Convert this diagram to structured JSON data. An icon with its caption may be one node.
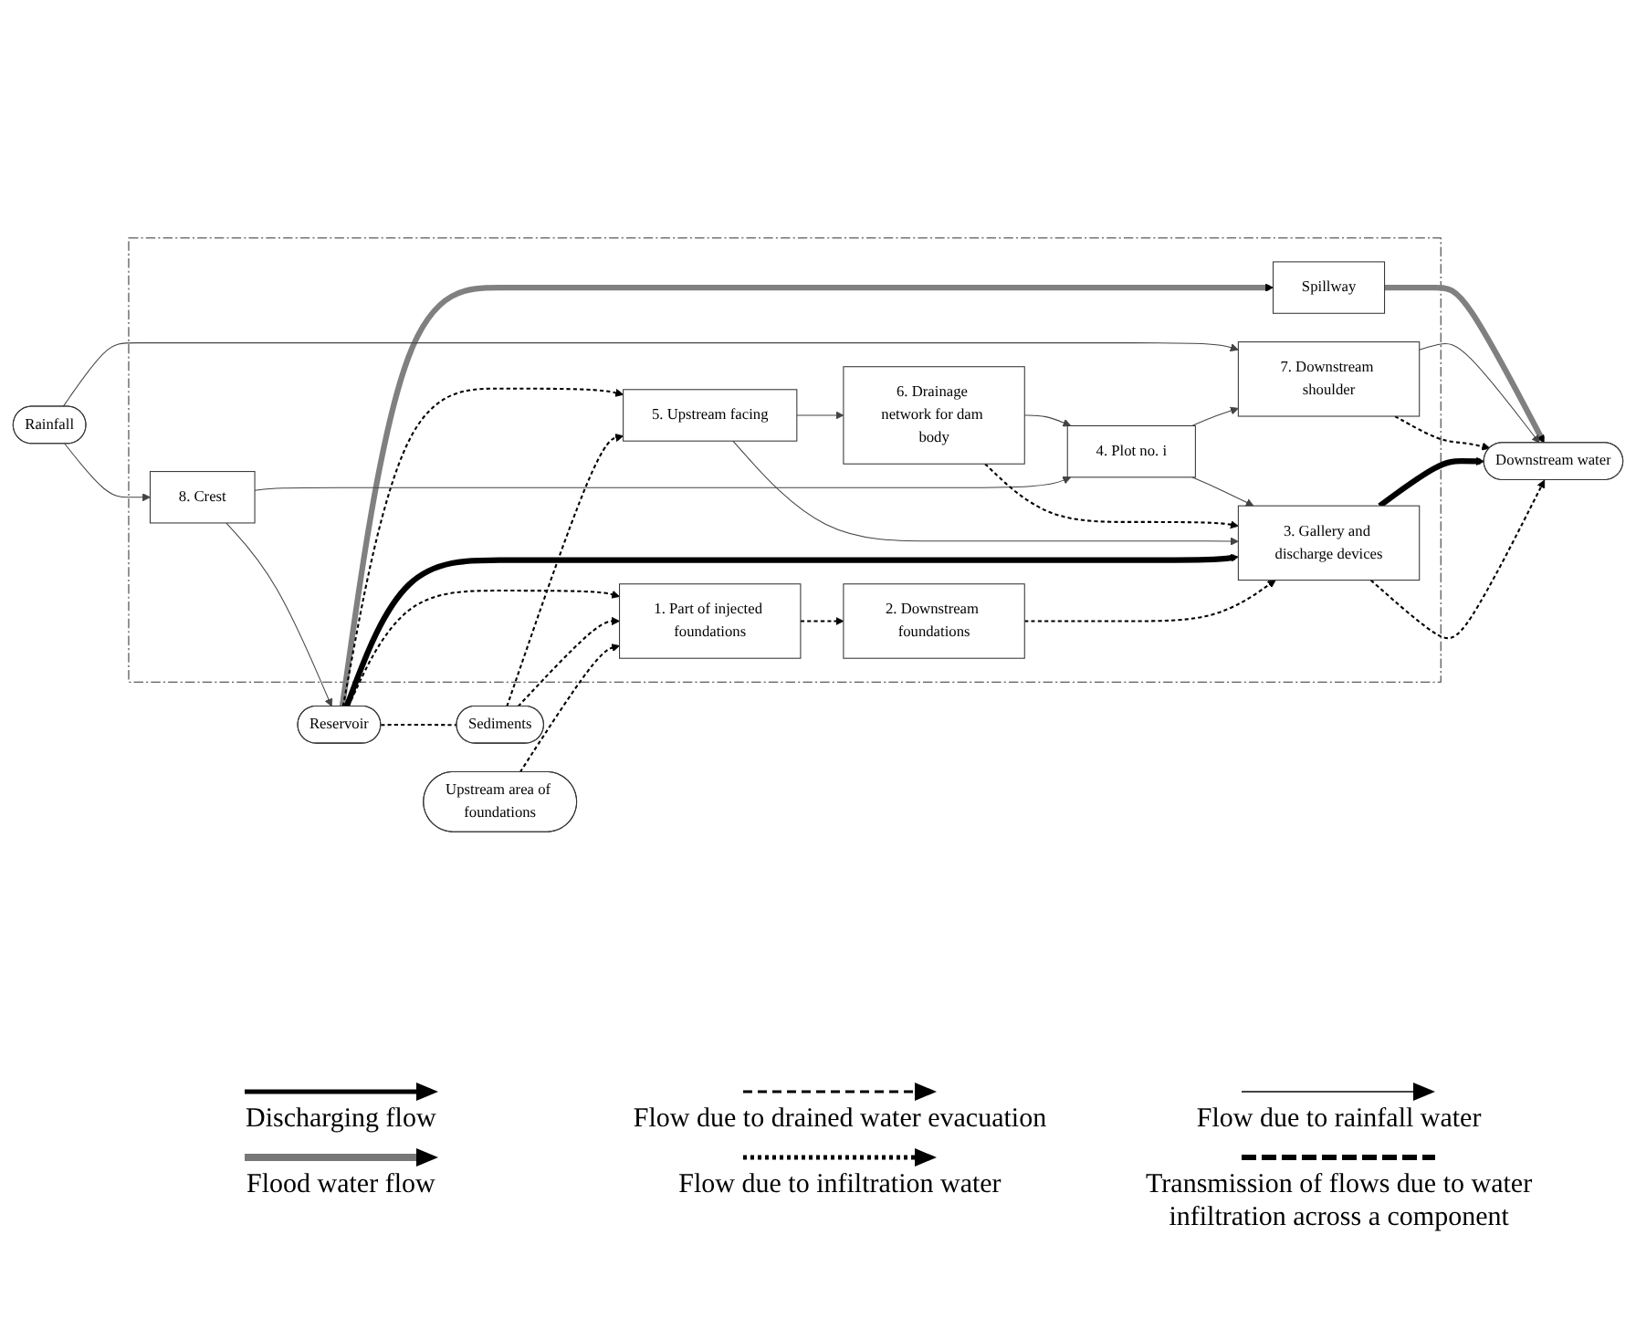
{
  "diagram": {
    "nodes": [
      {
        "text": [],
        "shape": "box"
      },
      {
        "text": [
          "Rainfall"
        ]
      },
      {
        "text": [
          "Spillway"
        ],
        "in": 0
      },
      {
        "text": [
          "8. Crest"
        ],
        "in": 0
      },
      {
        "text": [
          "5. Upstream facing"
        ],
        "in": 0
      },
      {
        "text": [
          "6. Drainage network for dam body"
        ],
        "in": 0
      },
      {
        "text": [
          "4. Plot no. i"
        ],
        "in": 0
      },
      {
        "text": [
          "7. Downstream shoulder"
        ],
        "in": 0
      },
      {
        "text": [
          "Downstream water"
        ]
      },
      {
        "text": [
          "Reservoir"
        ]
      },
      {
        "text": [
          "3. Gallery and discharge devices"
        ],
        "in": 0
      },
      {
        "text": [
          "Sediments"
        ]
      },
      {
        "text": [
          "Upstream area of foundations"
        ]
      },
      {
        "text": [
          "1. Part of injected foundations"
        ],
        "in": 0
      },
      {
        "text": [
          "2. Downstream foundations"
        ],
        "in": 0
      }
    ],
    "edges": [
      {
        "from": 9,
        "to": 2,
        "arrow": "to",
        "style": "thick",
        "color": "#808080"
      },
      {
        "from": 2,
        "to": 8,
        "arrow": "to",
        "style": "thick",
        "color": "#808080"
      },
      {
        "from": 3,
        "to": 9,
        "arrow": "to"
      },
      {
        "from": 1,
        "to": 3,
        "arrow": "to"
      },
      {
        "from": 1,
        "to": 7,
        "arrow": "to"
      },
      {
        "from": 9,
        "to": 4,
        "arrow": "to",
        "style": "dashed"
      },
      {
        "from": 4,
        "to": 5,
        "arrow": "to"
      },
      {
        "from": 5,
        "to": 6,
        "arrow": "to"
      },
      {
        "from": 6,
        "to": 7,
        "arrow": "to"
      },
      {
        "from": 3,
        "to": 6,
        "arrow": "to"
      },
      {
        "from": 6,
        "to": 10,
        "arrow": "to"
      },
      {
        "from": 5,
        "to": 10,
        "arrow": "to",
        "style": "dashed"
      },
      {
        "from": 4,
        "to": 10,
        "arrow": "to"
      },
      {
        "from": 9,
        "to": 10,
        "arrow": "to",
        "style": "thick"
      },
      {
        "from": 7,
        "to": 8,
        "arrow": "to"
      },
      {
        "from": 7,
        "to": 8,
        "arrow": "to",
        "style": "dashed"
      },
      {
        "from": 10,
        "to": 8,
        "arrow": "to",
        "style": "thick"
      },
      {
        "from": 10,
        "to": 8,
        "arrow": "to",
        "style": "dashed"
      },
      {
        "from": 9,
        "to": 11,
        "arrow": "none",
        "style": "dashed"
      },
      {
        "from": 11,
        "to": 4,
        "arrow": "to",
        "style": "dashed"
      },
      {
        "from": 9,
        "to": 13,
        "arrow": "to",
        "style": "dashed"
      },
      {
        "from": 11,
        "to": 13,
        "arrow": "to",
        "style": "dashed"
      },
      {
        "from": 12,
        "to": 13,
        "arrow": "to",
        "style": "dashed"
      },
      {
        "from": 13,
        "to": 14,
        "arrow": "to",
        "style": "dashed"
      },
      {
        "from": 14,
        "to": 10,
        "arrow": "to",
        "style": "dashed"
      }
    ],
    "legend": [
      {
        "text": "Discharging flow"
      },
      {
        "text": "Flow due to drained water evacuation"
      },
      {
        "text": "Flow due to rainfall water"
      },
      {
        "text": "Flood water flow"
      },
      {
        "text": "Flow due to infiltration water"
      },
      {
        "text": "Transmission of flows due to water infiltration across a component"
      }
    ]
  }
}
